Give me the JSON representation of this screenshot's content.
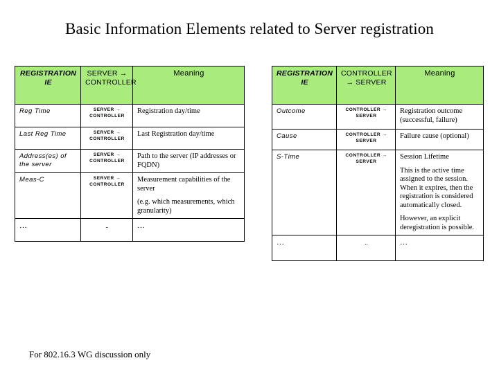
{
  "slide": {
    "title": "Basic Information Elements related to Server registration",
    "footer": "For 802.16.3 WG discussion only",
    "header_fill": "#A9EB7C",
    "border_color": "#000000"
  },
  "left_table": {
    "headers": {
      "ie": "REGISTRATION IE",
      "ie_line1": "REGISTRATION",
      "ie_line2": "IE",
      "direction_line1": "SERVER →",
      "direction_line2": "CONTROLLER",
      "meaning": "Meaning"
    },
    "rows": [
      {
        "ie": "Reg Time",
        "direction_line1": "SERVER →",
        "direction_line2": "CONTROLLER",
        "meaning": [
          "Registration day/time"
        ]
      },
      {
        "ie": "Last Reg Time",
        "direction_line1": "SERVER →",
        "direction_line2": "CONTROLLER",
        "meaning": [
          "Last Registration day/time"
        ]
      },
      {
        "ie": "Address(es) of the server",
        "direction_line1": "SERVER →",
        "direction_line2": "CONTROLLER",
        "meaning": [
          "Path to the server (IP addresses or FQDN)"
        ]
      },
      {
        "ie": "Meas-C",
        "direction_line1": "SERVER →",
        "direction_line2": "CONTROLLER",
        "meaning": [
          "Measurement capabilities of the server",
          "(e.g. which measurements, which granularity)"
        ]
      },
      {
        "ie": "…",
        "direction_line1": "..",
        "direction_line2": "",
        "meaning": [
          "…"
        ]
      }
    ]
  },
  "right_table": {
    "headers": {
      "ie": "REGISTRATION IE",
      "ie_line1": "REGISTRATION",
      "ie_line2": "IE",
      "direction_line1": "CONTROLLER",
      "direction_line2": "→ SERVER",
      "meaning": "Meaning"
    },
    "rows": [
      {
        "ie": "Outcome",
        "direction_line1": "CONTROLLER →",
        "direction_line2": "SERVER",
        "meaning": [
          "Registration outcome (successful, failure)"
        ]
      },
      {
        "ie": "Cause",
        "direction_line1": "CONTROLLER →",
        "direction_line2": "SERVER",
        "meaning": [
          "Failure cause (optional)"
        ]
      },
      {
        "ie": "S-Time",
        "direction_line1": "CONTROLLER →",
        "direction_line2": "SERVER",
        "meaning": [
          "Session Lifetime",
          "This is the active time assigned to the session. When it expires, then the registration is considered automatically closed.",
          "However, an explicit deregistration is possible."
        ]
      },
      {
        "ie": "…",
        "direction_line1": "..",
        "direction_line2": "",
        "meaning": [
          "…"
        ]
      }
    ]
  }
}
